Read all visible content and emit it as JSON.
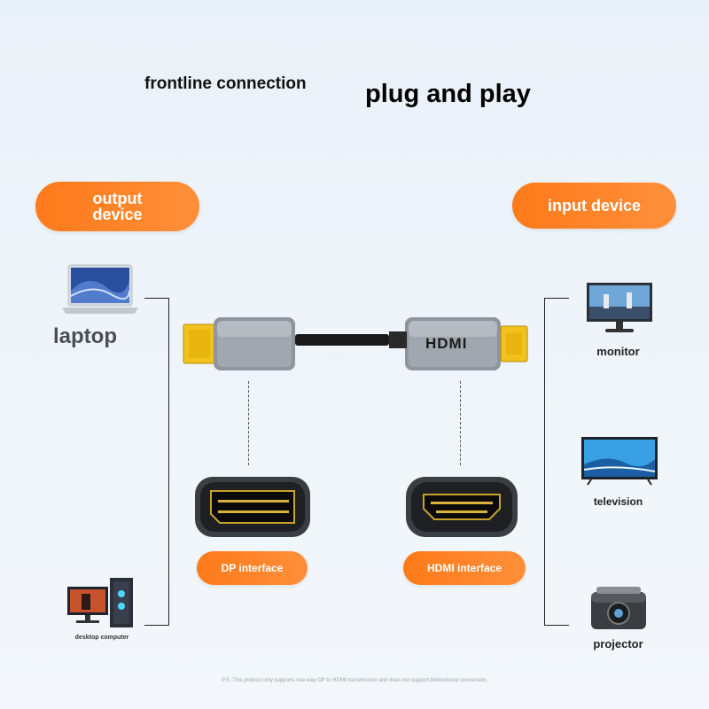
{
  "header": {
    "left_title": "frontline connection",
    "right_title": "plug and play"
  },
  "pills": {
    "output": "output\ndevice",
    "input": "input device",
    "dp": "DP interface",
    "hdmi": "HDMI interface"
  },
  "cable": {
    "hdmi_logo": "HDMI"
  },
  "devices": {
    "laptop": "laptop",
    "desktop": "desktop computer",
    "monitor": "monitor",
    "television": "television",
    "projector": "projector"
  },
  "footnote": "P.S. This product only supports one-way DP to HDMI transmission and does not support bidirectional conversion.",
  "colors": {
    "accent": "#ff7a1a",
    "gold": "#f2c21c",
    "metal": "#8f959c"
  }
}
